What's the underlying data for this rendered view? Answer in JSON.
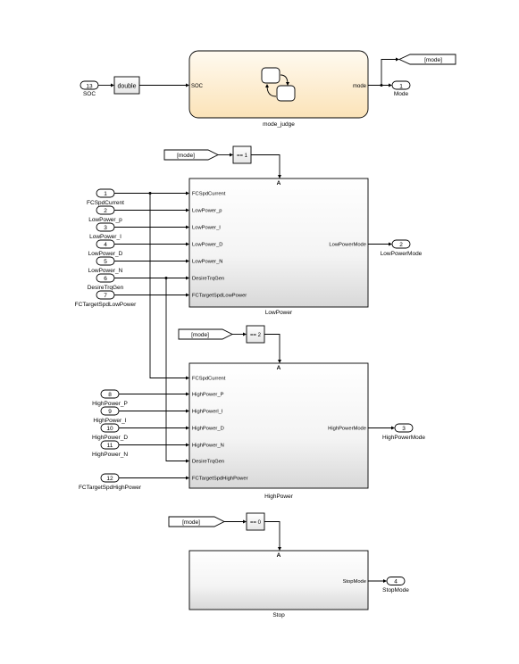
{
  "chart": {
    "soc_port": {
      "number": "13",
      "label": "SOC"
    },
    "double_block": {
      "label": "double"
    },
    "mode_judge": {
      "name": "mode_judge",
      "in_port": "SOC",
      "out_port": "mode"
    },
    "mode_tag_out": {
      "label": "[mode]"
    },
    "mode_out_port": {
      "number": "1",
      "label": "Mode"
    }
  },
  "low": {
    "from_tag": "[mode]",
    "compare": "== 1",
    "action": "A",
    "block_name": "LowPower",
    "output": "LowPowerMode",
    "out_port": {
      "number": "2",
      "label": "LowPowerMode"
    },
    "inports": [
      {
        "number": "1",
        "label": "FCSpdCurrent",
        "port": "FCSpdCurrent"
      },
      {
        "number": "2",
        "label": "LowPower_p",
        "port": "LowPower_p"
      },
      {
        "number": "3",
        "label": "LowPower_I",
        "port": "LowPower_I"
      },
      {
        "number": "4",
        "label": "LowPower_D",
        "port": "LowPower_D"
      },
      {
        "number": "5",
        "label": "LowPower_N",
        "port": "LowPower_N"
      },
      {
        "number": "6",
        "label": "DesireTrqGen",
        "port": "DesireTrqGen"
      },
      {
        "number": "7",
        "label": "FCTargetSpdLowPower",
        "port": "FCTargetSpdLowPower"
      }
    ]
  },
  "high": {
    "from_tag": "[mode]",
    "compare": "== 2",
    "action": "A",
    "block_name": "HighPower",
    "output": "HighPowerMode",
    "out_port": {
      "number": "3",
      "label": "HighPowerMode"
    },
    "ports": [
      "FCSpdCurrent",
      "HighPower_P",
      "HighPowerl_I",
      "HighPower_D",
      "HighPower_N",
      "DesireTrqGen",
      "FCTargetSpdHighPower"
    ],
    "inports": [
      {
        "number": "8",
        "label": "HighPower_P"
      },
      {
        "number": "9",
        "label": "HighPower_I"
      },
      {
        "number": "10",
        "label": "HighPower_D"
      },
      {
        "number": "11",
        "label": "HighPower_N"
      },
      {
        "number": "12",
        "label": "FCTargetSpdHighPower"
      }
    ]
  },
  "stop": {
    "from_tag": "[mode]",
    "compare": "== 0",
    "action": "A",
    "block_name": "Stop",
    "output": "StopMode",
    "out_port": {
      "number": "4",
      "label": "StopMode"
    }
  }
}
